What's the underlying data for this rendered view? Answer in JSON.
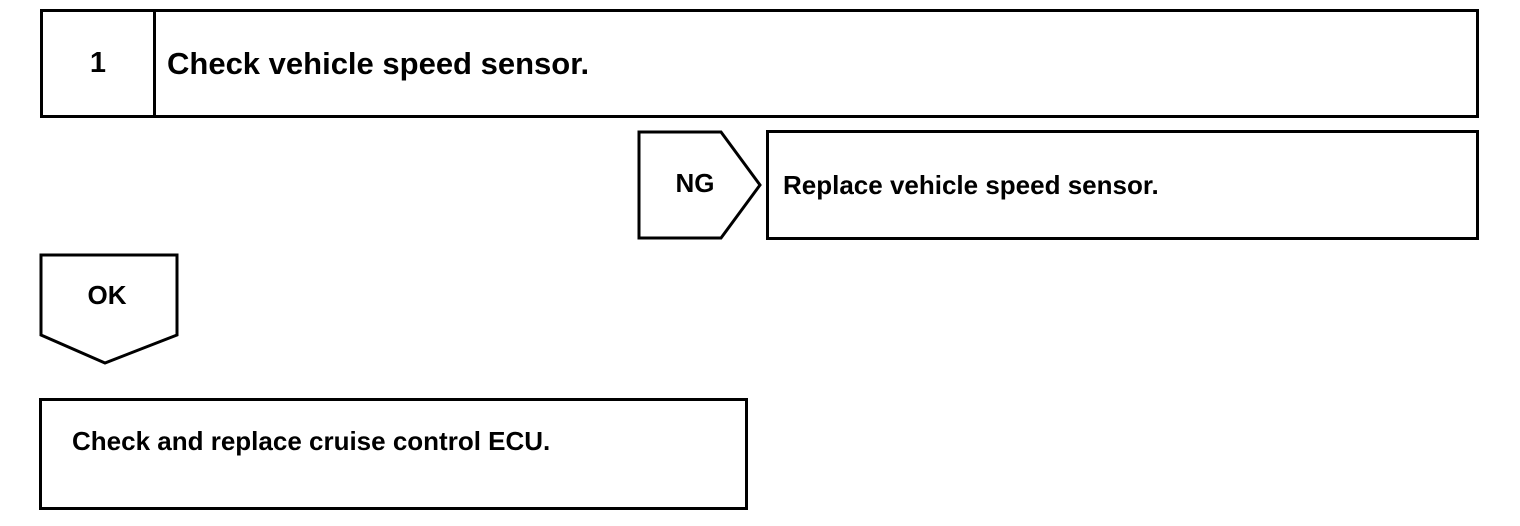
{
  "step": {
    "number": "1",
    "title": "Check vehicle speed sensor."
  },
  "ng_branch": {
    "label": "NG",
    "action": "Replace vehicle speed sensor."
  },
  "ok_branch": {
    "label": "OK"
  },
  "final_step": {
    "action": "Check and replace cruise control ECU."
  }
}
